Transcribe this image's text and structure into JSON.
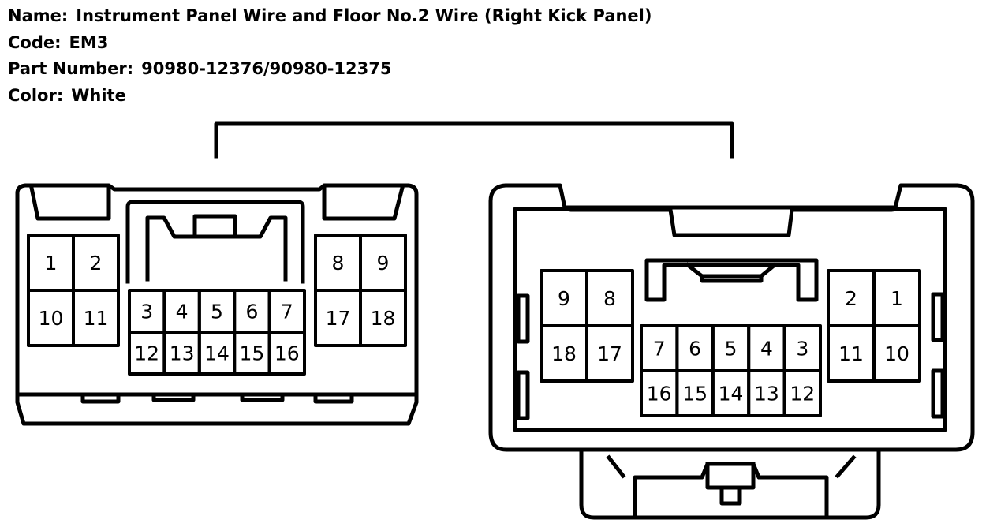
{
  "header": {
    "name_label": "Name:",
    "name_value": "Instrument Panel Wire and Floor No.2 Wire (Right Kick Panel)",
    "code_label": "Code:",
    "code_value": "EM3",
    "part_label": "Part Number:",
    "part_value": "90980-12376/90980-12375",
    "color_label": "Color:",
    "color_value": "White"
  },
  "male_connector": {
    "left_block": [
      "1",
      "2",
      "10",
      "11"
    ],
    "center_block": [
      "3",
      "4",
      "5",
      "6",
      "7",
      "12",
      "13",
      "14",
      "15",
      "16"
    ],
    "right_block": [
      "8",
      "9",
      "17",
      "18"
    ]
  },
  "female_connector": {
    "left_block": [
      "9",
      "8",
      "18",
      "17"
    ],
    "center_block": [
      "7",
      "6",
      "5",
      "4",
      "3",
      "16",
      "15",
      "14",
      "13",
      "12"
    ],
    "right_block": [
      "2",
      "1",
      "11",
      "10"
    ]
  },
  "colors": {
    "line": "#000000",
    "background": "#ffffff"
  }
}
